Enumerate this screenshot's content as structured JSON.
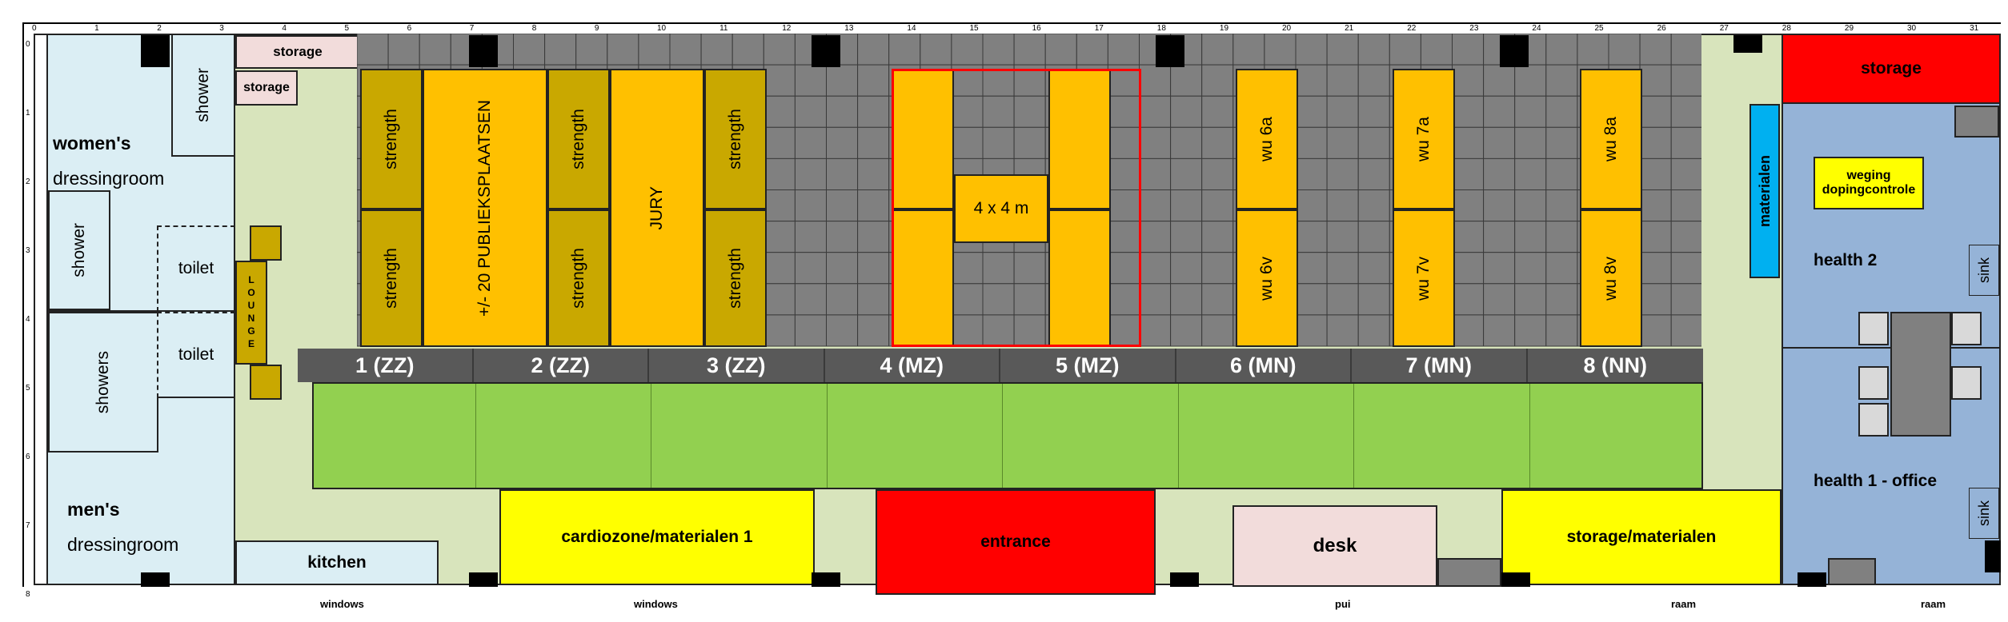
{
  "ruler": {
    "top": [
      "0",
      "1",
      "2",
      "3",
      "4",
      "5",
      "6",
      "7",
      "8",
      "9",
      "10",
      "11",
      "12",
      "13",
      "14",
      "15",
      "16",
      "17",
      "18",
      "19",
      "20",
      "21",
      "22",
      "23",
      "24",
      "25",
      "26",
      "27",
      "28",
      "29",
      "30",
      "31"
    ],
    "left": [
      "0",
      "1",
      "2",
      "3",
      "4",
      "5",
      "6",
      "7",
      "8"
    ]
  },
  "rooms": {
    "storage_top": "storage",
    "storage_small": "storage",
    "shower_top": "shower",
    "womens_1": "women's",
    "womens_2": "dressingroom",
    "shower_left": "shower",
    "toilet_1": "toilet",
    "showers": "showers",
    "toilet_2": "toilet",
    "mens_1": "men's",
    "mens_2": "dressingroom",
    "lounge": "LOUNGE",
    "kitchen": "kitchen",
    "cardio": "cardiozone/materialen 1",
    "entrance": "entrance",
    "desk": "desk",
    "storage_materialen": "storage/materialen",
    "storage_red": "storage",
    "materialen": "materialen",
    "weging_1": "weging",
    "weging_2": "dopingcontrole",
    "health2": "health 2",
    "health1": "health 1 - office",
    "sink_1": "sink",
    "sink_2": "sink"
  },
  "zones": {
    "strength": "strength",
    "publiek": "+/- 20 PUBLIEKSPLAATSEN",
    "jury": "JURY",
    "four_by_four": "4 x 4 m",
    "wu6a": "wu 6a",
    "wu6v": "wu 6v",
    "wu7a": "wu 7a",
    "wu7v": "wu 7v",
    "wu8a": "wu 8a",
    "wu8v": "wu 8v"
  },
  "fields": [
    "1 (ZZ)",
    "2 (ZZ)",
    "3 (ZZ)",
    "4 (MZ)",
    "5 (MZ)",
    "6 (MN)",
    "7 (MN)",
    "8 (NN)"
  ],
  "bottom_labels": {
    "windows_1": "windows",
    "windows_2": "windows",
    "pui": "pui",
    "raam_1": "raam",
    "raam_2": "raam"
  },
  "colors": {
    "dressing": "#dbeef4",
    "corridor": "#d8e4bc",
    "storage_pink": "#f2dcdb",
    "mat_grey": "#808080",
    "strength_olive": "#c9a800",
    "zone_orange": "#ffc000",
    "field_bar": "#595959",
    "green_strip": "#92d050",
    "yellow": "#ffff00",
    "red": "#ff0000",
    "health_blue": "#95b3d7",
    "materialen_blue": "#00b0f0"
  }
}
